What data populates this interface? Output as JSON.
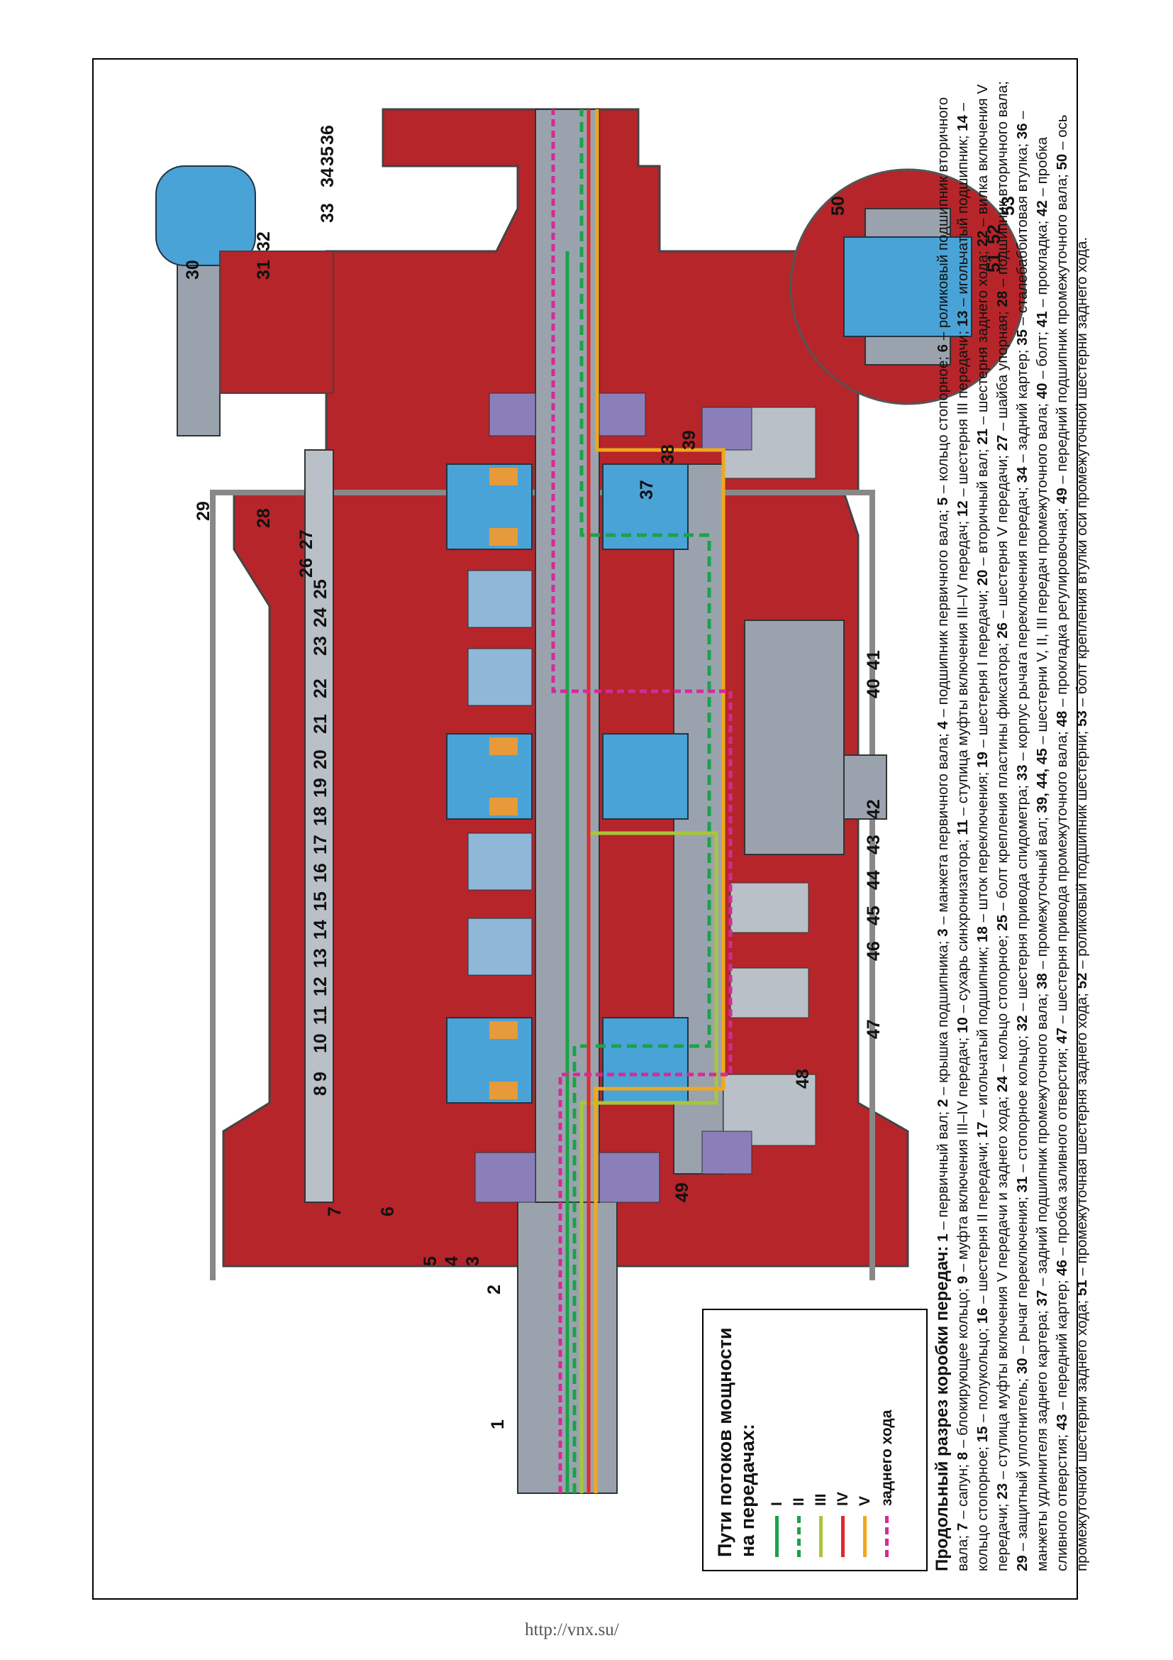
{
  "figure": {
    "title": "Продольный разрез коробки передач:",
    "parts": [
      {
        "num": "1",
        "text": "первичный вал"
      },
      {
        "num": "2",
        "text": "крышка подшипника"
      },
      {
        "num": "3",
        "text": "манжета первичного вала"
      },
      {
        "num": "4",
        "text": "подшипник первичного вала"
      },
      {
        "num": "5",
        "text": "кольцо стопорное"
      },
      {
        "num": "6",
        "text": "роликовый подшипник вторичного вала"
      },
      {
        "num": "7",
        "text": "сапун"
      },
      {
        "num": "8",
        "text": "блокирующее кольцо"
      },
      {
        "num": "9",
        "text": "муфта включения III–IV передач"
      },
      {
        "num": "10",
        "text": "сухарь синхронизатора"
      },
      {
        "num": "11",
        "text": "ступица муфты включения III–IV передач"
      },
      {
        "num": "12",
        "text": "шестерня III передачи"
      },
      {
        "num": "13",
        "text": "игольчатый подшипник"
      },
      {
        "num": "14",
        "text": "кольцо стопорное"
      },
      {
        "num": "15",
        "text": "полукольцо"
      },
      {
        "num": "16",
        "text": "шестерня II передачи"
      },
      {
        "num": "17",
        "text": "игольчатый подшипник"
      },
      {
        "num": "18",
        "text": "шток переключения"
      },
      {
        "num": "19",
        "text": "шестерня I передачи"
      },
      {
        "num": "20",
        "text": "вторичный вал"
      },
      {
        "num": "21",
        "text": "шестерня заднего хода"
      },
      {
        "num": "22",
        "text": "вилка включения V передачи"
      },
      {
        "num": "23",
        "text": "ступица муфты включения V передачи и заднего хода"
      },
      {
        "num": "24",
        "text": "кольцо стопорное"
      },
      {
        "num": "25",
        "text": "болт крепления пластины фиксатора"
      },
      {
        "num": "26",
        "text": "шестерня V передачи"
      },
      {
        "num": "27",
        "text": "шайба упорная"
      },
      {
        "num": "28",
        "text": "подшипник вторичного вала"
      },
      {
        "num": "29",
        "text": "защитный уплотнитель"
      },
      {
        "num": "30",
        "text": "рычаг переключения"
      },
      {
        "num": "31",
        "text": "стопорное кольцо"
      },
      {
        "num": "32",
        "text": "шестерня привода спидометра"
      },
      {
        "num": "33",
        "text": "корпус рычага переключения передач"
      },
      {
        "num": "34",
        "text": "задний картер"
      },
      {
        "num": "35",
        "text": "сталебаббитовая втулка"
      },
      {
        "num": "36",
        "text": "манжеты удлинителя заднего картера"
      },
      {
        "num": "37",
        "text": "задний подшипник промежуточного вала"
      },
      {
        "num": "38",
        "text": "промежуточный вал"
      },
      {
        "num": "39, 44, 45",
        "text": "шестерни V, II, III передач промежуточного вала"
      },
      {
        "num": "40",
        "text": "болт"
      },
      {
        "num": "41",
        "text": "прокладка"
      },
      {
        "num": "42",
        "text": "пробка сливного отверстия"
      },
      {
        "num": "43",
        "text": "передний картер"
      },
      {
        "num": "46",
        "text": "пробка заливного отверстия"
      },
      {
        "num": "47",
        "text": "шестерня привода промежуточного вала"
      },
      {
        "num": "48",
        "text": "прокладка регулировочная"
      },
      {
        "num": "49",
        "text": "передний подшипник промежуточного вала"
      },
      {
        "num": "50",
        "text": "ось промежуточной шестерни заднего хода"
      },
      {
        "num": "51",
        "text": "промежуточная шестерня заднего хода"
      },
      {
        "num": "52",
        "text": "роликовый подшипник шестерни"
      },
      {
        "num": "53",
        "text": "болт крепления втулки оси промежуточной шестерни заднего хода"
      }
    ]
  },
  "legend": {
    "title": "Пути потоков мощности на передачах:",
    "items": [
      {
        "label": "I",
        "color": "#1aa34a",
        "style": "solid"
      },
      {
        "label": "II",
        "color": "#1aa34a",
        "style": "dashed"
      },
      {
        "label": "III",
        "color": "#a8c63a",
        "style": "solid"
      },
      {
        "label": "IV",
        "color": "#e02a2a",
        "style": "solid"
      },
      {
        "label": "V",
        "color": "#f0a81c",
        "style": "solid"
      },
      {
        "label": "заднего хода",
        "color": "#d62a9a",
        "style": "dashed"
      }
    ]
  },
  "callouts": [
    "1",
    "2",
    "3",
    "4",
    "5",
    "6",
    "7",
    "8",
    "9",
    "10",
    "11",
    "12",
    "13",
    "14",
    "15",
    "16",
    "17",
    "18",
    "19",
    "20",
    "21",
    "22",
    "23",
    "24",
    "25",
    "26",
    "27",
    "28",
    "29",
    "30",
    "31",
    "32",
    "33",
    "34",
    "35",
    "36",
    "37",
    "38",
    "39",
    "40",
    "41",
    "42",
    "43",
    "44",
    "45",
    "46",
    "47",
    "48",
    "49",
    "50",
    "51",
    "52",
    "53"
  ],
  "footer": {
    "link": "http://vnx.su/"
  },
  "colors": {
    "housing": "#b5252a",
    "steel": "#9aa3ad",
    "gear_blue": "#4aa3d6",
    "ring_orange": "#e69a3a",
    "bearing": "#8a7fb8"
  }
}
